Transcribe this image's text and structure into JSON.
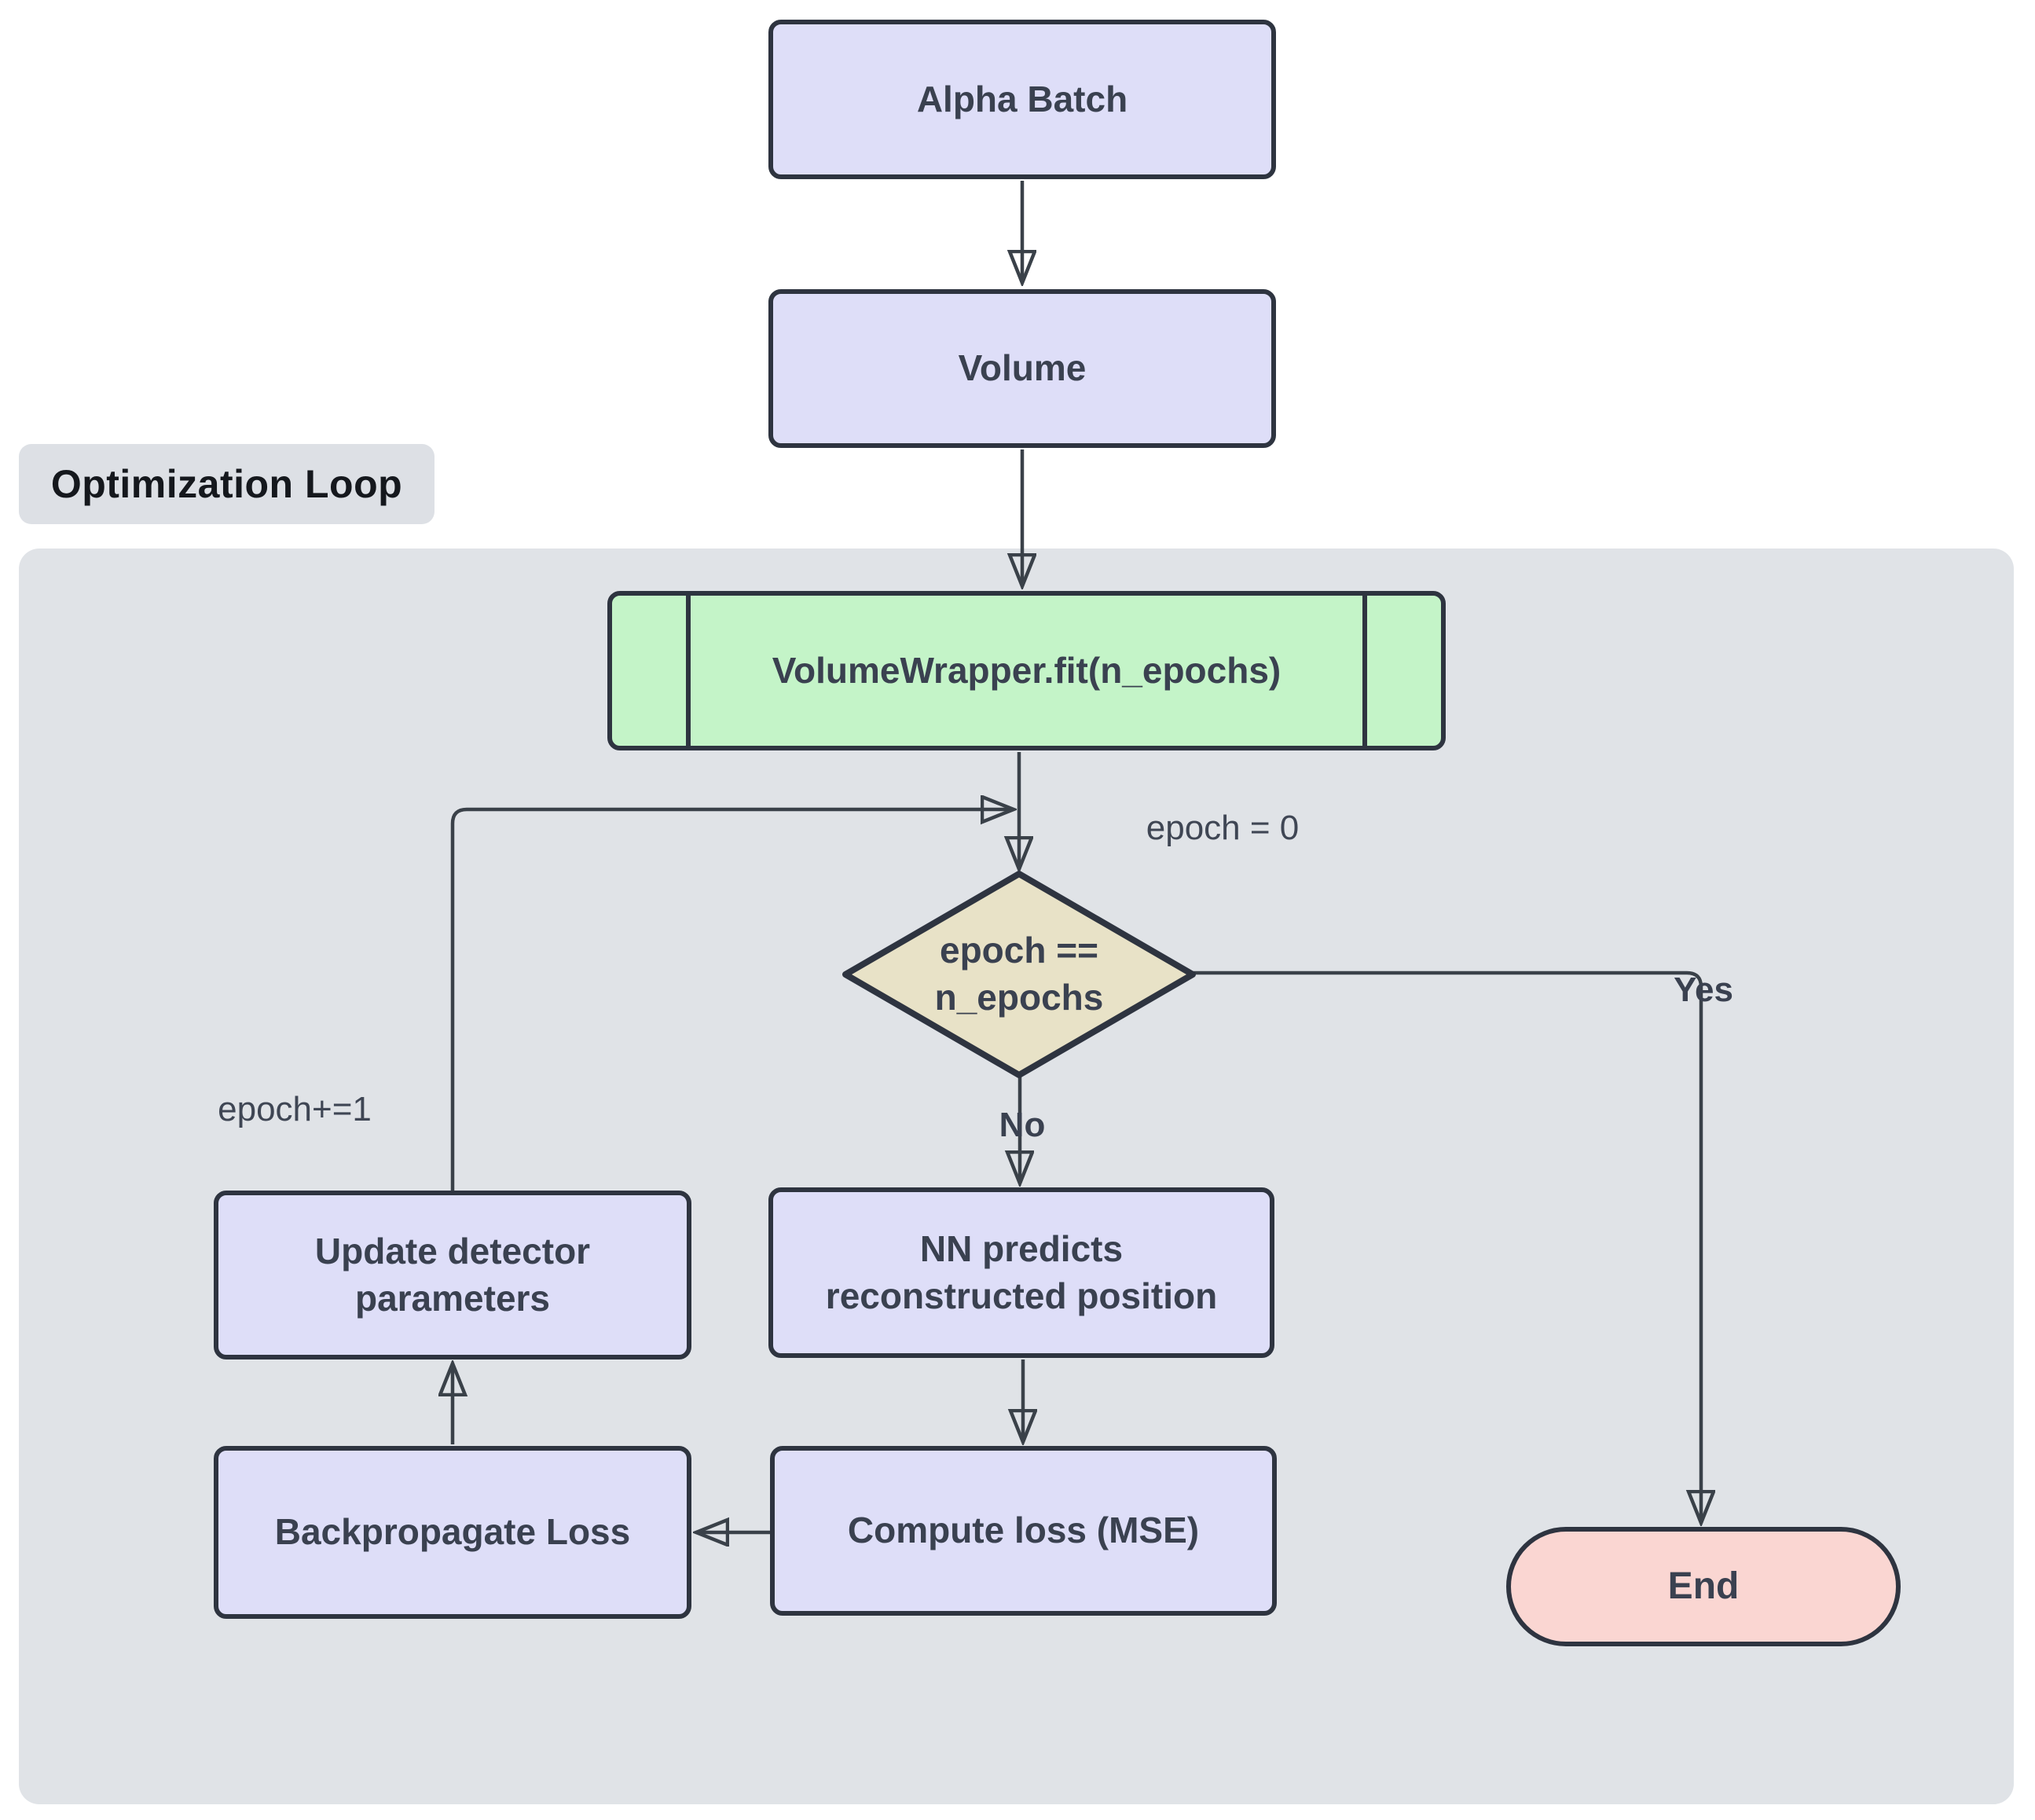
{
  "diagram": {
    "loop_label": "Optimization Loop",
    "nodes": {
      "alpha_batch": "Alpha Batch",
      "volume": "Volume",
      "fit_subroutine": "VolumeWrapper.fit(n_epochs)",
      "decision": "epoch ==\nn_epochs",
      "nn_predicts": "NN predicts\nreconstructed position",
      "compute_loss": "Compute loss (MSE)",
      "backpropagate": "Backpropagate Loss",
      "update_params": "Update detector\nparameters",
      "end": "End"
    },
    "edge_labels": {
      "epoch_init": "epoch = 0",
      "no": "No",
      "yes": "Yes",
      "epoch_increment": "epoch+=1"
    },
    "colors": {
      "process_fill": "#dedef8",
      "subroutine_fill": "#c4f4c8",
      "decision_fill": "#e8e2c7",
      "terminator_fill": "#fad6d2",
      "loop_region_fill": "#e0e3e7",
      "loop_label_fill": "#dde0e5",
      "stroke": "#2e3440",
      "text": "#3a4150"
    }
  }
}
